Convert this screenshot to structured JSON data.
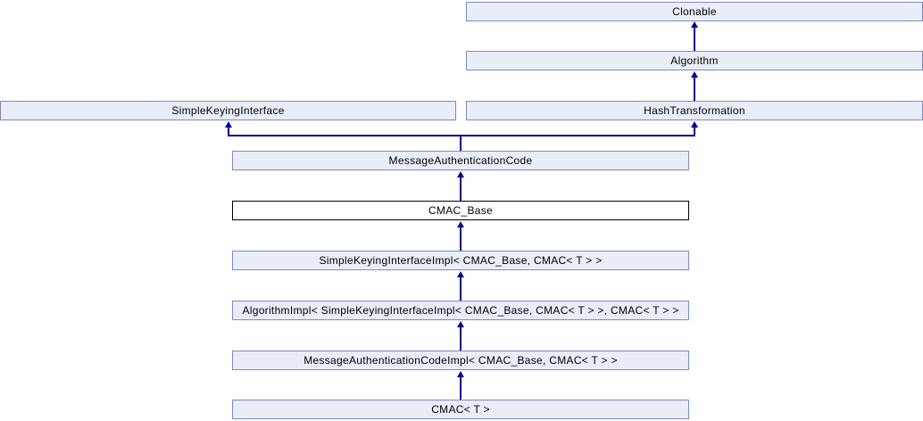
{
  "diagram": {
    "type": "class-inheritance-graph",
    "nodes": [
      {
        "id": "clonable",
        "label": "Clonable",
        "current": false
      },
      {
        "id": "algorithm",
        "label": "Algorithm",
        "current": false
      },
      {
        "id": "simple-keying-interface",
        "label": "SimpleKeyingInterface",
        "current": false
      },
      {
        "id": "hash-transformation",
        "label": "HashTransformation",
        "current": false
      },
      {
        "id": "message-authentication-code",
        "label": "MessageAuthenticationCode",
        "current": false
      },
      {
        "id": "cmac-base",
        "label": "CMAC_Base",
        "current": true
      },
      {
        "id": "simple-keying-interface-impl",
        "label": "SimpleKeyingInterfaceImpl< CMAC_Base, CMAC< T > >",
        "current": false
      },
      {
        "id": "algorithm-impl",
        "label": "AlgorithmImpl< SimpleKeyingInterfaceImpl< CMAC_Base, CMAC< T > >, CMAC< T > >",
        "current": false
      },
      {
        "id": "message-authentication-code-impl",
        "label": "MessageAuthenticationCodeImpl< CMAC_Base, CMAC< T > >",
        "current": false
      },
      {
        "id": "cmac-t",
        "label": "CMAC< T >",
        "current": false
      }
    ],
    "edges": [
      {
        "from": "Algorithm",
        "to": "Clonable"
      },
      {
        "from": "HashTransformation",
        "to": "Algorithm"
      },
      {
        "from": "MessageAuthenticationCode",
        "to": "SimpleKeyingInterface"
      },
      {
        "from": "MessageAuthenticationCode",
        "to": "HashTransformation"
      },
      {
        "from": "CMAC_Base",
        "to": "MessageAuthenticationCode"
      },
      {
        "from": "SimpleKeyingInterfaceImpl< CMAC_Base, CMAC< T > >",
        "to": "CMAC_Base"
      },
      {
        "from": "AlgorithmImpl< SimpleKeyingInterfaceImpl< CMAC_Base, CMAC< T > >, CMAC< T > >",
        "to": "SimpleKeyingInterfaceImpl< CMAC_Base, CMAC< T > >"
      },
      {
        "from": "MessageAuthenticationCodeImpl< CMAC_Base, CMAC< T > >",
        "to": "AlgorithmImpl< SimpleKeyingInterfaceImpl< CMAC_Base, CMAC< T > >, CMAC< T > >"
      },
      {
        "from": "CMAC< T >",
        "to": "MessageAuthenticationCodeImpl< CMAC_Base, CMAC< T > >"
      }
    ],
    "colors": {
      "background": "#FFFFFF",
      "node_fill": "#E8EDF7",
      "node_border": "#7B8CBE",
      "current_node_fill": "#FFFFFF",
      "current_node_border": "#000000",
      "arrow": "#00008B",
      "text": "#000000"
    }
  }
}
